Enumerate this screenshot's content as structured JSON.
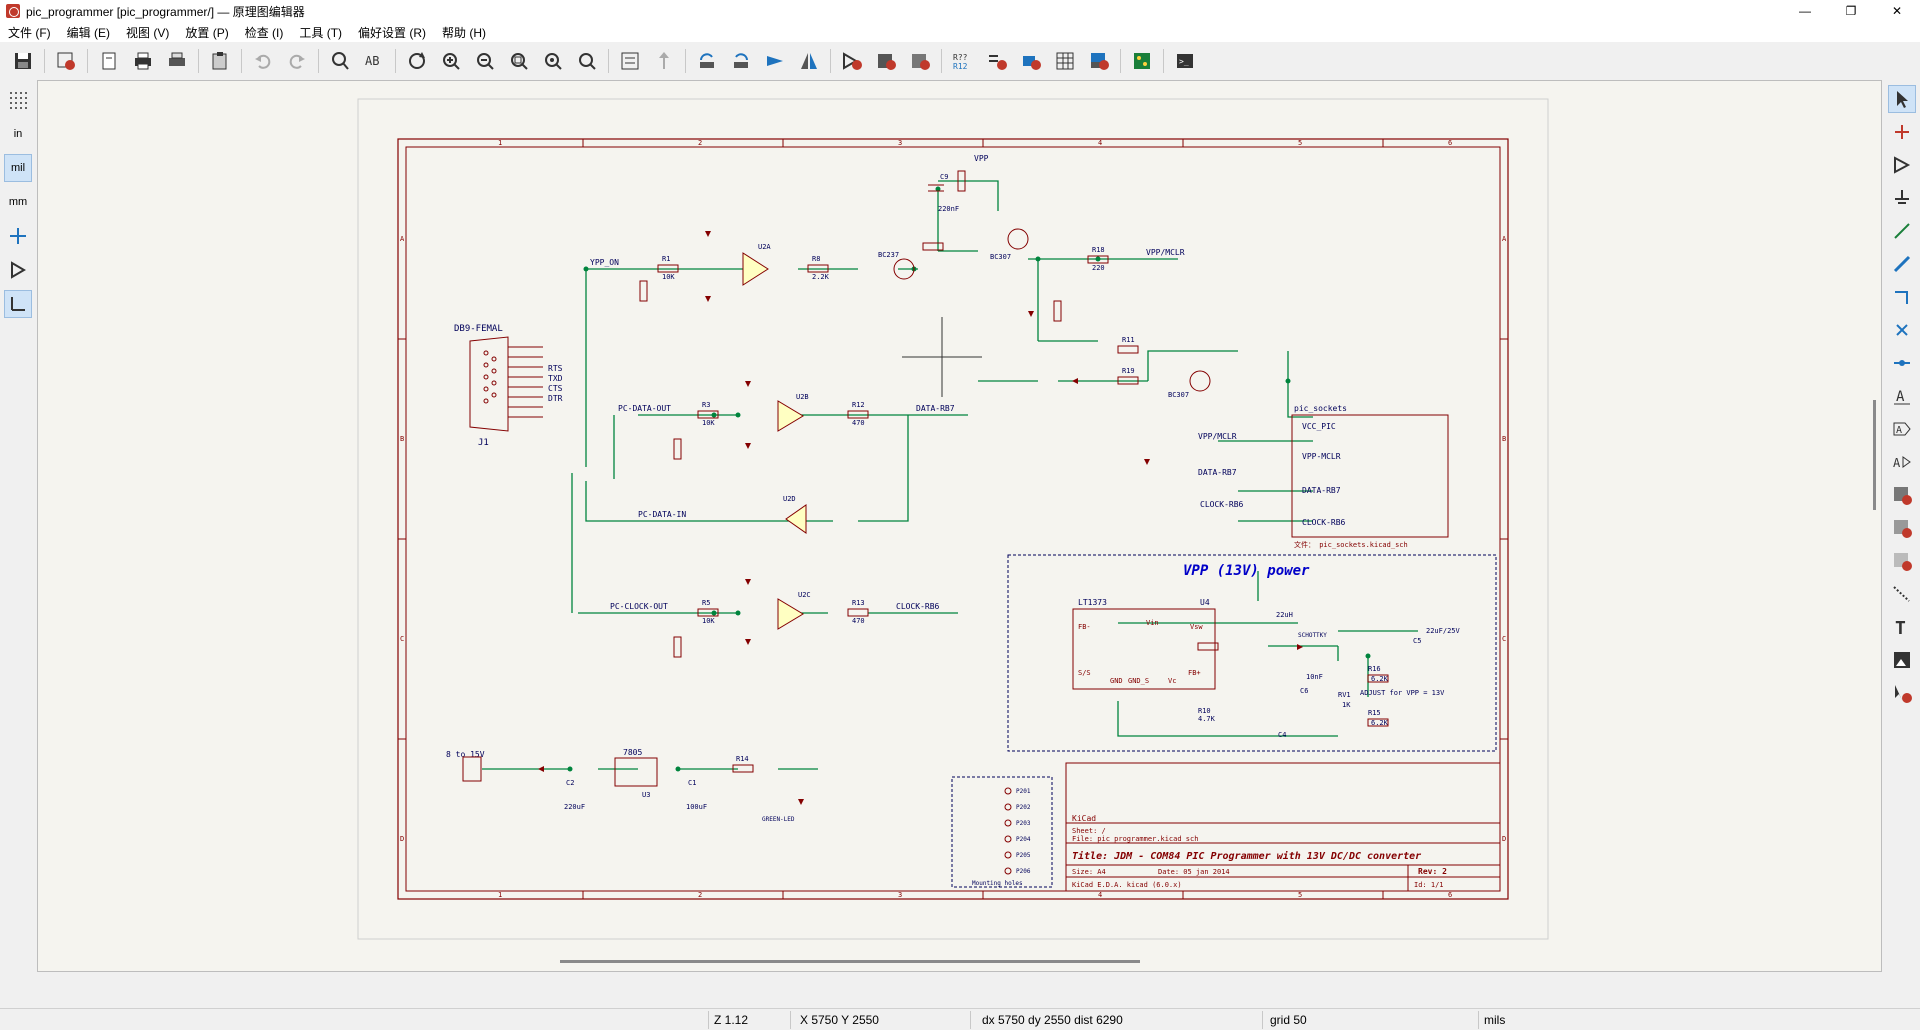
{
  "window": {
    "title": "pic_programmer [pic_programmer/] — 原理图编辑器",
    "minimize": "—",
    "maximize": "❐",
    "close": "✕"
  },
  "menu": [
    "文件 (F)",
    "编辑 (E)",
    "视图 (V)",
    "放置 (P)",
    "检查 (I)",
    "工具 (T)",
    "偏好设置 (R)",
    "帮助 (H)"
  ],
  "units": {
    "in": "in",
    "mil": "mil",
    "mm": "mm"
  },
  "schematic": {
    "connector_name": "DB9-FEMAL",
    "connector_ref": "J1",
    "pins": [
      "RTS",
      "TXD",
      "CTS",
      "DTR"
    ],
    "nets": {
      "ypp_on": "YPP_ON",
      "pc_data_out": "PC-DATA-OUT",
      "pc_data_in": "PC-DATA-IN",
      "pc_clock_out": "PC-CLOCK-OUT",
      "data_rb7": "DATA-RB7",
      "clock_rb6": "CLOCK-RB6",
      "vpp_mclr": "VPP/MCLR",
      "vpp_label": "VPP"
    },
    "components": {
      "u2a": "U2A",
      "u2b": "U2B",
      "u2c": "U2C",
      "u2d": "U2D",
      "q1": "BC237",
      "q2": "BC307",
      "q3": "BC307",
      "c9": "C9",
      "c9v": "220nF",
      "r1": "R1",
      "r1v": "10K",
      "r3": "R3",
      "r3v": "10K",
      "r5": "R5",
      "r5v": "10K",
      "r8": "R8",
      "r8v": "2.2K",
      "r12": "R12",
      "r12v": "470",
      "r13": "R13",
      "r13v": "470",
      "r18": "R18",
      "r18v": "220",
      "r11": "R11",
      "r19": "R19",
      "sheet_block": "pic_sockets",
      "sheet_file": "文件： pic_sockets.kicad_sch",
      "sheet_pins": [
        "VCC_PIC",
        "VPP-MCLR",
        "DATA-RB7",
        "CLOCK-RB6"
      ]
    },
    "power": {
      "title": "VPP (13V) power",
      "ic": "LT1373",
      "ic_ref": "U4",
      "pins": [
        "FB-",
        "S/S",
        "Vin",
        "Vsw",
        "FB+",
        "GND",
        "GND_S",
        "Vc"
      ],
      "c5": "C5",
      "c5v": "22uF/25V",
      "l1": "22uH",
      "d": "SCHOTTKY",
      "r10": "R10",
      "r10v": "4.7K",
      "r16": "R16",
      "r16v": "6.2K",
      "r15": "R15",
      "r15v": "6.2K",
      "adjust": "ADJUST for VPP = 13V",
      "c6": "C6",
      "c6v": "10nF",
      "c4": "C4",
      "rv1": "RV1",
      "rv1v": "1K"
    },
    "supply": {
      "label": "8 to 15V",
      "reg": "7805",
      "reg_ref": "U3",
      "c2": "C2",
      "c2v": "220uF",
      "c1": "C1",
      "c1v": "100uF",
      "r14": "R14",
      "d_green": "GREEN-LED"
    },
    "mounting": {
      "items": [
        "P201",
        "P202",
        "P203",
        "P204",
        "P205",
        "P206"
      ],
      "label": "Mounting holes"
    },
    "titleblock": {
      "kicad": "KiCad",
      "sheet": "Sheet: /",
      "file": "File: pic_programmer.kicad_sch",
      "title": "Title: JDM - COM84 PIC Programmer with 13V DC/DC converter",
      "size": "Size: A4",
      "date": "Date: 05 jan 2014",
      "rev": "Rev: 2",
      "tool": "KiCad E.D.A.  kicad (6.0.x)",
      "id": "Id: 1/1"
    },
    "border_cols": [
      "1",
      "2",
      "3",
      "4",
      "5",
      "6"
    ],
    "border_rows": [
      "A",
      "B",
      "C",
      "D"
    ]
  },
  "status": {
    "zoom": "Z 1.12",
    "xy": "X 5750  Y 2550",
    "dxdy": "dx 5750  dy 2550  dist 6290",
    "grid": "grid 50",
    "units": "mils"
  },
  "colors": {
    "wire": "#00843d",
    "border": "#840000",
    "label": "#00005a",
    "component": "#840000",
    "junction": "#00843d",
    "sheet_title": "#0000c8"
  }
}
